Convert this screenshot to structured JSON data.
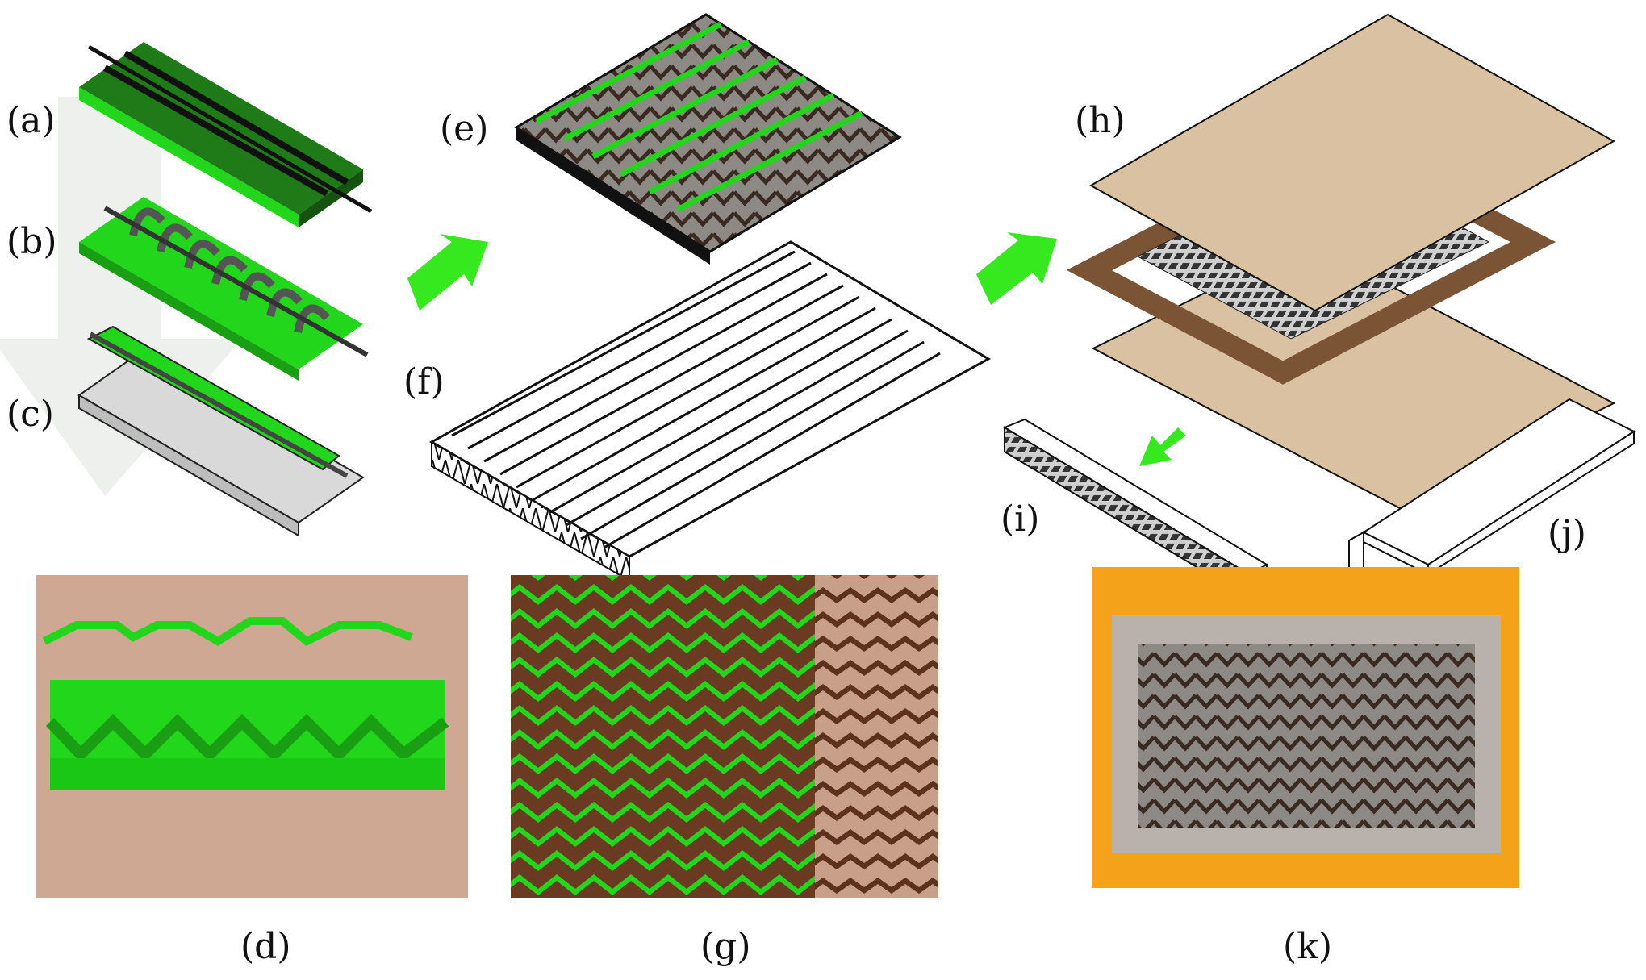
{
  "labels": {
    "a": "(a)",
    "b": "(b)",
    "c": "(c)",
    "d": "(d)",
    "e": "(e)",
    "f": "(f)",
    "g": "(g)",
    "h": "(h)",
    "i": "(i)",
    "j": "(j)",
    "k": "(k)"
  },
  "colors": {
    "green": "#22d61c",
    "dark_green": "#1f7a18",
    "black": "#111111",
    "grey_arrow": "#eef0ee",
    "arrow_green": "#36e81e",
    "cardboard": "#d9c1a1",
    "frame_brown": "#7a5434",
    "photo_board": "#cfa893",
    "orange": "#f3a21a",
    "foam": "#b9b2ac",
    "sheet_brown": "#6a3a22"
  },
  "icons": {
    "flow_arrow": "green-arrow-icon",
    "process_arrow": "grey-down-arrow-icon"
  }
}
